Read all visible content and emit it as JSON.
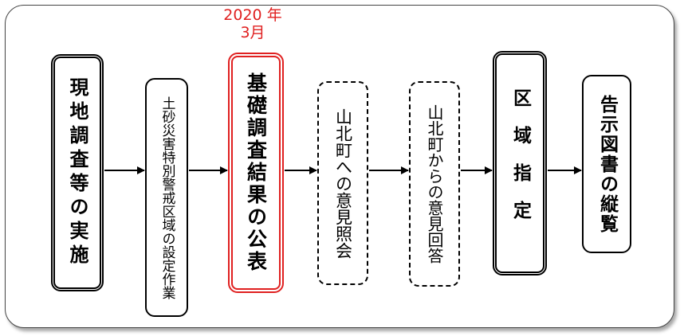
{
  "date_label": {
    "line1": "2020 年",
    "line2": "3月"
  },
  "steps": [
    {
      "label": "現地調査等の実施",
      "style": "double"
    },
    {
      "label": "土砂災害特別警戒区域の設定作業",
      "style": "solid"
    },
    {
      "label": "基礎調査結果の公表",
      "style": "highlight",
      "highlight_color": "#e02020"
    },
    {
      "label": "山北町への意見照会",
      "style": "dashed"
    },
    {
      "label": "山北町からの意見回答",
      "style": "dashed"
    },
    {
      "label": "区域指定",
      "style": "double"
    },
    {
      "label": "告示図書の縦覧",
      "style": "solid"
    }
  ]
}
